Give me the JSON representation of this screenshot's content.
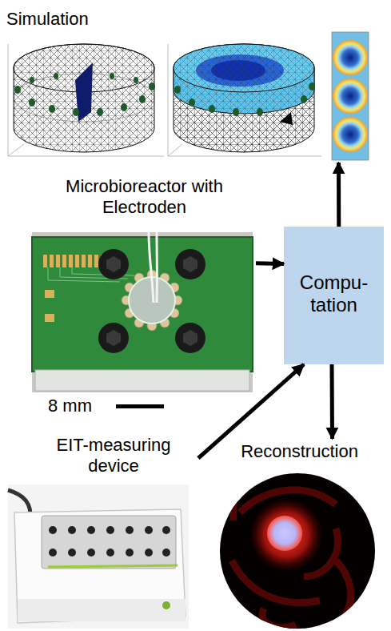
{
  "diagram": {
    "nodes": [
      {
        "text": [
          "Simulation"
        ]
      },
      {
        "text": [
          "Microbioreactor with Electroden"
        ]
      },
      {
        "text": [
          "Compu- tation"
        ]
      },
      {
        "text": [
          "EIT-measuring device"
        ]
      },
      {
        "text": [
          "Reconstruction"
        ]
      }
    ],
    "edges": [
      {
        "from": 1,
        "to": 2,
        "arrow": "to"
      },
      {
        "from": 3,
        "to": 2,
        "arrow": "to"
      },
      {
        "from": 2,
        "to": 0,
        "arrow": "to"
      },
      {
        "from": 2,
        "to": 4,
        "arrow": "to"
      }
    ],
    "labels": [
      "8 mm"
    ]
  }
}
